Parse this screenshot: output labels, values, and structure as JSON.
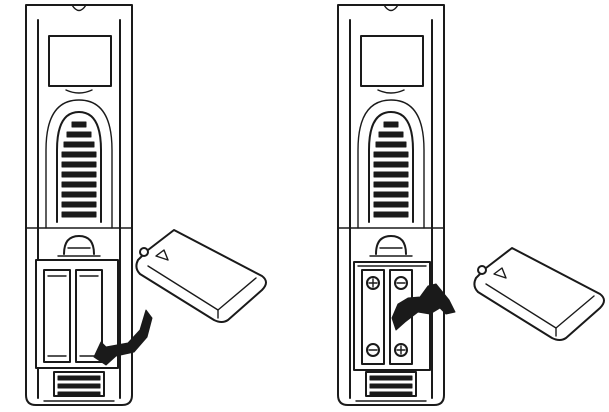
{
  "figure": {
    "panels": [
      {
        "step": "remove-cover",
        "arrow": "down-right"
      },
      {
        "step": "replace-cover",
        "arrow": "up-right"
      }
    ],
    "colors": {
      "ink": "#1a1a1a",
      "paper": "#ffffff"
    }
  }
}
